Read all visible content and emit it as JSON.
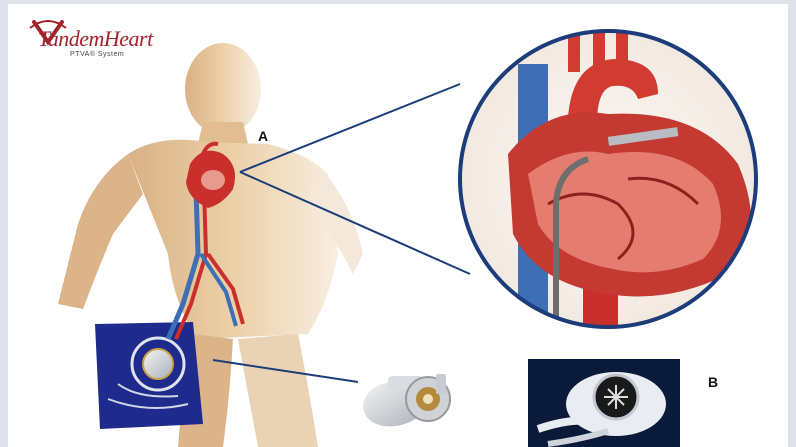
{
  "logo": {
    "brand": "TandemHeart",
    "subtitle": "PTVA® System"
  },
  "labels": {
    "a": "A",
    "b": "B"
  },
  "colors": {
    "logo_red": "#a3232d",
    "skin": "#e2bf94",
    "heart_red": "#c9302c",
    "vein_blue": "#3e6fb5",
    "lens_ring": "#1c3d7a",
    "leg_wrap": "#1e2a8c"
  }
}
